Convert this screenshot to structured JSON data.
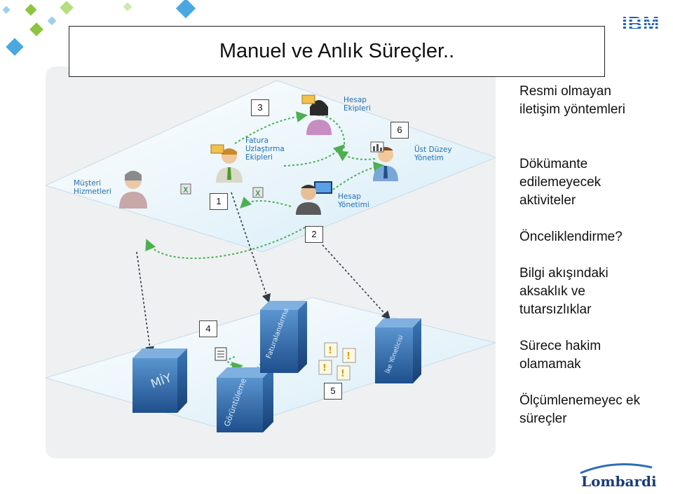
{
  "title": "Manuel ve Anlık Süreçler..",
  "logos": {
    "top_right": "IBM",
    "bottom_right": "Lombardi"
  },
  "actors": {
    "musteri": "Müşteri Hizmetleri",
    "fatura": "Fatura Uzlaştırma Ekipleri",
    "hesap_ekip": "Hesap Ekipleri",
    "hesap_yon": "Hesap Yönetimi",
    "ust_duzey": "Üst Düzey Yönetim"
  },
  "numbers": [
    "1",
    "2",
    "3",
    "4",
    "5",
    "6"
  ],
  "systems": {
    "miy": "MİY",
    "goruntuleme": "Görüntüleme",
    "faturalandirma": "Faturalandırma",
    "ikeyonetici": "İke Yöneticisi"
  },
  "bullets": [
    "Resmi olmayan iletişim yöntemleri",
    "Dökümante edilemeyecek aktiviteler",
    "Önceliklendirme?",
    "Bilgi akışındaki aksaklık ve tutarsızlıklar",
    "Sürece hakim olamamak",
    "Ölçümlenemeyec ek süreçler"
  ],
  "colors": {
    "accent": "#1f6fb2",
    "arrow_green": "#4caf50",
    "cube": "#2f6fb0"
  }
}
